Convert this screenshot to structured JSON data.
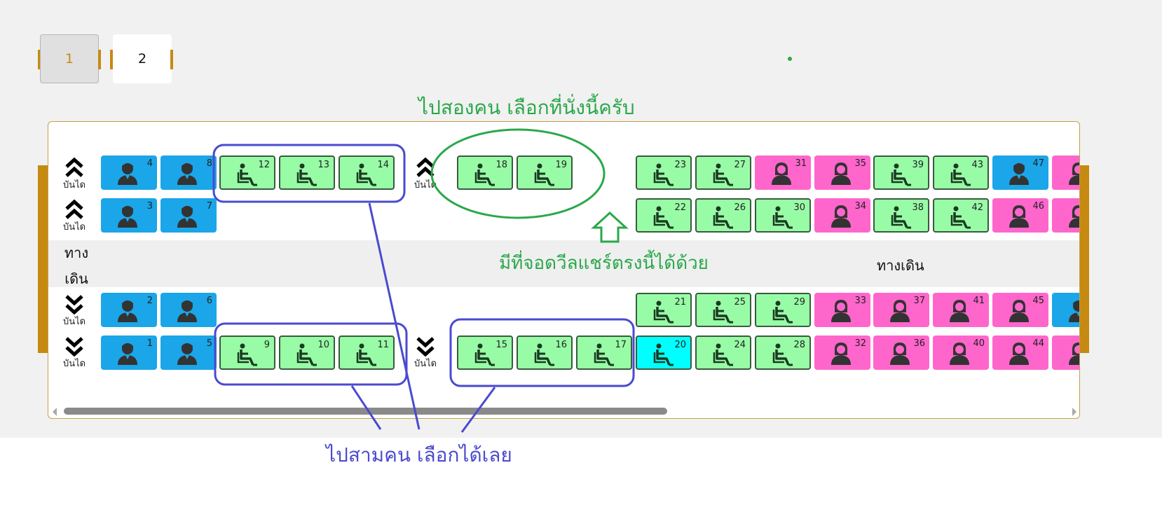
{
  "tabs": [
    {
      "label": "1",
      "active": true
    },
    {
      "label": "2",
      "active": false
    }
  ],
  "annotations": {
    "top_green": "ไปสองคน เลือกที่นั่งนี้ครับ",
    "middle_green": "มีที่จอดวีลแชร์ตรงนี้ได้ด้วย",
    "bottom_blue": "ไปสามคน เลือกได้เลย"
  },
  "aisle": {
    "left_line1": "ทาง",
    "left_line2": "เดิน",
    "right_label": "ทางเดิน"
  },
  "stairs_label": "บันได",
  "colors": {
    "wheelchair_seat": "#98fca6",
    "male_seat": "#1aa6e8",
    "female_seat": "#ff66cc",
    "selected_seat": "#00ffff",
    "accent_gold": "#c68a12",
    "annotation_green": "#2aa84a",
    "annotation_blue": "#4a4ad0"
  },
  "seats": {
    "row1": [
      {
        "num": "4",
        "type": "male"
      },
      {
        "num": "8",
        "type": "male"
      },
      {
        "num": "12",
        "type": "wheel"
      },
      {
        "num": "13",
        "type": "wheel"
      },
      {
        "num": "14",
        "type": "wheel"
      },
      {
        "num": "18",
        "type": "wheel"
      },
      {
        "num": "19",
        "type": "wheel"
      },
      {
        "num": "23",
        "type": "wheel"
      },
      {
        "num": "27",
        "type": "wheel"
      },
      {
        "num": "31",
        "type": "female"
      },
      {
        "num": "35",
        "type": "female"
      },
      {
        "num": "39",
        "type": "wheel"
      },
      {
        "num": "43",
        "type": "wheel"
      },
      {
        "num": "47",
        "type": "male"
      },
      {
        "num": "",
        "type": "female"
      }
    ],
    "row2": [
      {
        "num": "3",
        "type": "male"
      },
      {
        "num": "7",
        "type": "male"
      },
      {
        "num": "22",
        "type": "wheel"
      },
      {
        "num": "26",
        "type": "wheel"
      },
      {
        "num": "30",
        "type": "wheel"
      },
      {
        "num": "34",
        "type": "female"
      },
      {
        "num": "38",
        "type": "wheel"
      },
      {
        "num": "42",
        "type": "wheel"
      },
      {
        "num": "46",
        "type": "female"
      },
      {
        "num": "",
        "type": "female"
      }
    ],
    "row3": [
      {
        "num": "2",
        "type": "male"
      },
      {
        "num": "6",
        "type": "male"
      },
      {
        "num": "21",
        "type": "wheel"
      },
      {
        "num": "25",
        "type": "wheel"
      },
      {
        "num": "29",
        "type": "wheel"
      },
      {
        "num": "33",
        "type": "female"
      },
      {
        "num": "37",
        "type": "female"
      },
      {
        "num": "41",
        "type": "female"
      },
      {
        "num": "45",
        "type": "female"
      },
      {
        "num": "",
        "type": "male"
      }
    ],
    "row4": [
      {
        "num": "1",
        "type": "male"
      },
      {
        "num": "5",
        "type": "male"
      },
      {
        "num": "9",
        "type": "wheel"
      },
      {
        "num": "10",
        "type": "wheel"
      },
      {
        "num": "11",
        "type": "wheel"
      },
      {
        "num": "15",
        "type": "wheel"
      },
      {
        "num": "16",
        "type": "wheel"
      },
      {
        "num": "17",
        "type": "wheel"
      },
      {
        "num": "20",
        "type": "selected"
      },
      {
        "num": "24",
        "type": "wheel"
      },
      {
        "num": "28",
        "type": "wheel"
      },
      {
        "num": "32",
        "type": "female"
      },
      {
        "num": "36",
        "type": "female"
      },
      {
        "num": "40",
        "type": "female"
      },
      {
        "num": "44",
        "type": "female"
      },
      {
        "num": "",
        "type": "female"
      }
    ]
  }
}
